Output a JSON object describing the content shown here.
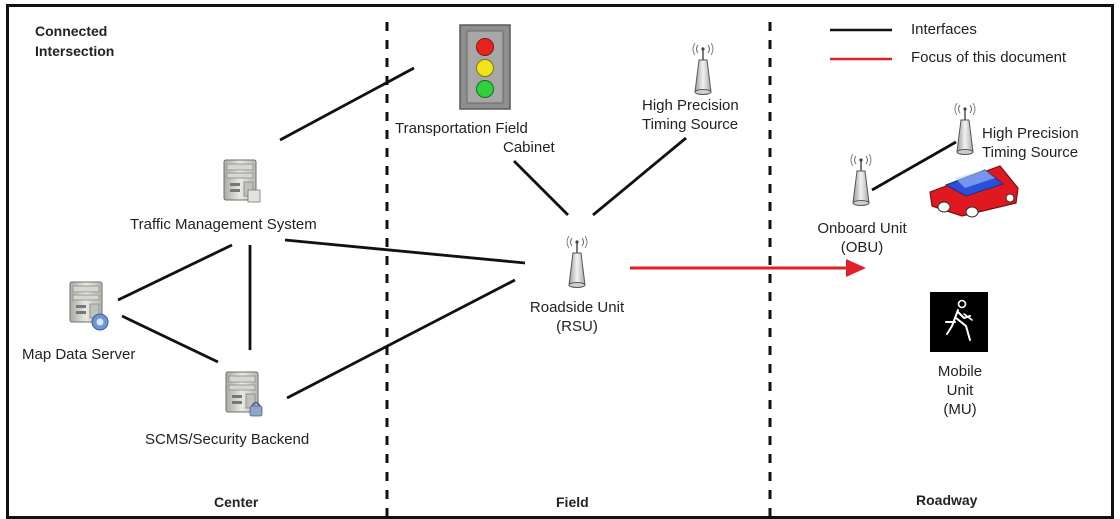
{
  "diagram": {
    "title_line1": "Connected",
    "title_line2": "Intersection",
    "regions": {
      "center": "Center",
      "field": "Field",
      "roadway": "Roadway"
    },
    "legend": {
      "interfaces": "Interfaces",
      "focus": "Focus of this document",
      "interfaces_color": "#111111",
      "focus_color": "#e0202a"
    },
    "nodes": {
      "traffic_management_system": "Traffic Management System",
      "map_data_server": "Map Data Server",
      "scms_backend": "SCMS/Security Backend",
      "field_cabinet_line1": "Transportation Field",
      "field_cabinet_line2": "Cabinet",
      "timing_source_field_line1": "High Precision",
      "timing_source_field_line2": "Timing Source",
      "rsu_line1": "Roadside Unit",
      "rsu_line2": "(RSU)",
      "obu_line1": "Onboard Unit",
      "obu_line2": "(OBU)",
      "timing_source_road_line1": "High Precision",
      "timing_source_road_line2": "Timing Source",
      "mobile_unit_line1": "Mobile",
      "mobile_unit_line2": "Unit",
      "mobile_unit_line3": "(MU)"
    },
    "icons": {
      "server": "server-icon",
      "traffic_light": "traffic-light-icon",
      "antenna": "antenna-icon",
      "car": "car-icon",
      "pedestrian": "pedestrian-icon"
    },
    "colors": {
      "traffic_red": "#e8231e",
      "traffic_yellow": "#f2e21c",
      "traffic_green": "#2ed13a",
      "car_red": "#e0181f",
      "car_blue": "#2a4fd8"
    }
  }
}
